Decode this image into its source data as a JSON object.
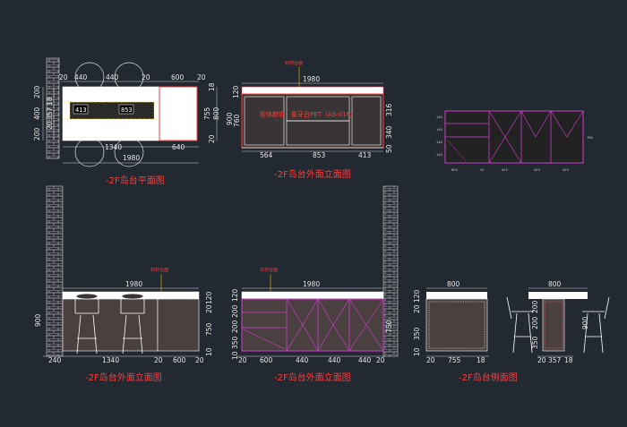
{
  "colors": {
    "background": "#232931",
    "line": "#ffffff",
    "annotation": "#ff3b3b",
    "cabinet_outline": "#d23cd2",
    "cabinet_fill": "#4a403f",
    "brick": "#9a9a9a"
  },
  "plan_view": {
    "title": "-2F岛台平面图",
    "top_dims": [
      "20",
      "440",
      "440",
      "20",
      "600",
      "20"
    ],
    "bottom_dims": [
      "1340",
      "640"
    ],
    "total": "1980",
    "left_dims": [
      "200",
      "400",
      "200",
      "20",
      "357",
      "18"
    ],
    "right_dims": [
      "18",
      "755",
      "800",
      "20"
    ],
    "hob_labels": [
      "413",
      "853"
    ]
  },
  "front_elevation_top": {
    "title": "-2F岛台外面立面图",
    "top_label": "石材台面",
    "total": "1980",
    "material_note": "柜体颜色：象牙白PET（AS-016）",
    "bottom_dims": [
      "564",
      "853",
      "413"
    ],
    "left_dims": [
      "120",
      "900",
      "760"
    ],
    "right_dims": [
      "316",
      "340",
      "50"
    ]
  },
  "small_cabinet": {
    "bottom_dims": [
      "600",
      "25",
      "425",
      "425",
      "425"
    ],
    "left_dims": [
      "140",
      "140",
      "140",
      "140"
    ],
    "right_dim": "760"
  },
  "elev_a": {
    "title": "-2F岛台外面立面图",
    "top_label": "石材台面",
    "total": "1980",
    "bottom_dims": [
      "240",
      "1340",
      "20",
      "600",
      "20"
    ],
    "left_dim": "900",
    "right_dims": [
      "120",
      "20",
      "750",
      "10"
    ]
  },
  "elev_b": {
    "title": "-2F岛台外面立面图",
    "top_label": "石材台面",
    "total": "1980",
    "bottom_dims": [
      "20",
      "600",
      "440",
      "440",
      "440",
      "20"
    ],
    "left_dims": [
      "120",
      "200",
      "200",
      "350",
      "10"
    ],
    "right_dim": "750"
  },
  "side_view": {
    "title": "-2F岛台侧面图",
    "top_dims": [
      "800",
      "800"
    ],
    "left_dims": [
      "120",
      "20",
      "350",
      "10"
    ],
    "left_dims_b": [
      "200",
      "200",
      "350"
    ],
    "right_dim_b": "900",
    "bottom_a": [
      "20",
      "755",
      "18"
    ],
    "bottom_b": [
      "20",
      "357",
      "18"
    ]
  }
}
